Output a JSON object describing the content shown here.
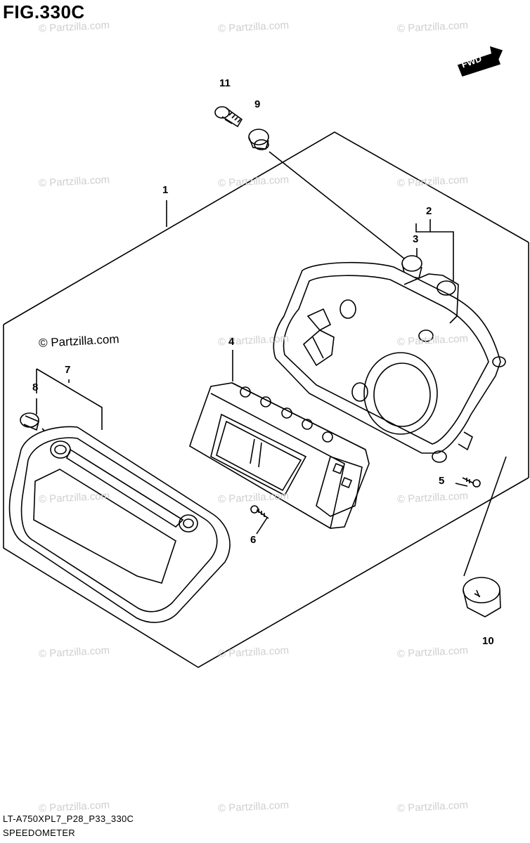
{
  "figure": {
    "title": "FIG.330C",
    "code": "LT-A750XPL7_P28_P33_330C",
    "name": "SPEEDOMETER",
    "fwd_label": "FWD"
  },
  "watermark": {
    "text": "© Partzilla.com",
    "highlight_text": "© Partzilla.com"
  },
  "callouts": [
    "1",
    "2",
    "3",
    "4",
    "5",
    "6",
    "7",
    "8",
    "9",
    "10",
    "11"
  ]
}
